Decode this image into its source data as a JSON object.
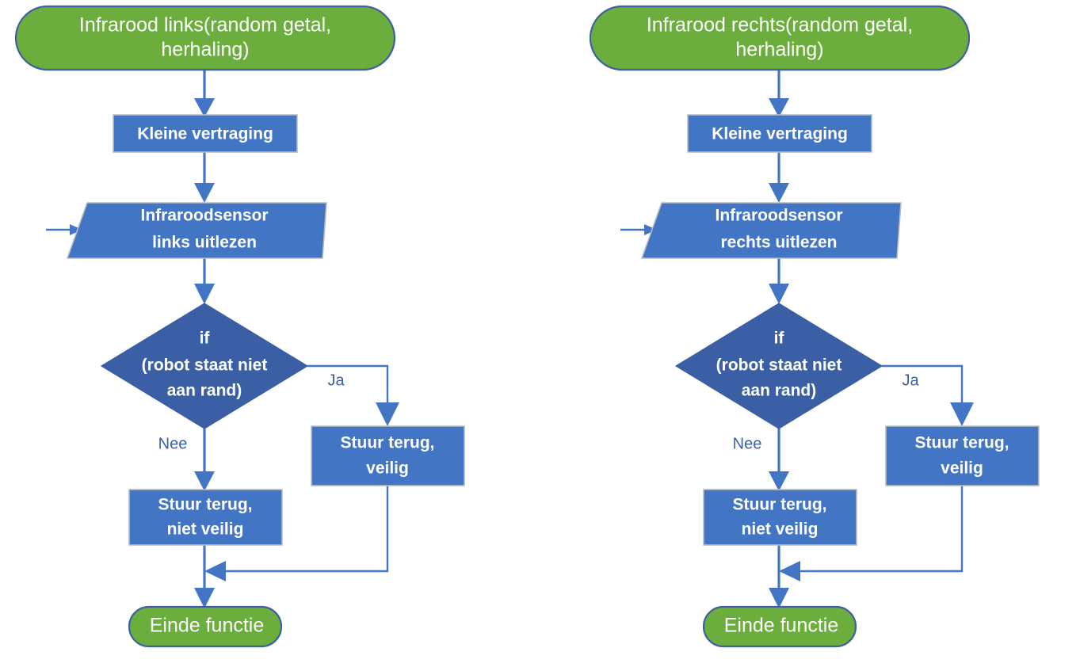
{
  "diagram": {
    "title_text": "Infrarood sensor flowchart",
    "language": "nl",
    "background_color": "#FFFFFF",
    "colors": {
      "terminator_fill": "#6CAE3E",
      "terminator_stroke": "#3F5FA0",
      "process_fill": "#4276C5",
      "process_stroke": "#B9BCBE",
      "decision_fill": "#3A5FA5",
      "connector": "#4276C5",
      "edge_label": "#3A5FA5",
      "node_text": "#FFFFFF"
    }
  },
  "left": {
    "start": {
      "line1": "Infrarood links(random getal,",
      "line2": "herhaling)"
    },
    "delay": {
      "line1": "Kleine vertraging"
    },
    "sensor": {
      "line1": "Infraroodsensor",
      "line2": "links uitlezen"
    },
    "decision": {
      "line1": "if",
      "line2": "(robot staat niet",
      "line3": "aan rand)"
    },
    "yes_label": "Ja",
    "no_label": "Nee",
    "safe": {
      "line1": "Stuur terug,",
      "line2": "veilig"
    },
    "unsafe": {
      "line1": "Stuur terug,",
      "line2": "niet veilig"
    },
    "end": {
      "line1": "Einde functie"
    }
  },
  "right": {
    "start": {
      "line1": "Infrarood rechts(random getal,",
      "line2": "herhaling)"
    },
    "delay": {
      "line1": "Kleine vertraging"
    },
    "sensor": {
      "line1": "Infraroodsensor",
      "line2": "rechts uitlezen"
    },
    "decision": {
      "line1": "if",
      "line2": "(robot staat niet",
      "line3": "aan rand)"
    },
    "yes_label": "Ja",
    "no_label": "Nee",
    "safe": {
      "line1": "Stuur terug,",
      "line2": "veilig"
    },
    "unsafe": {
      "line1": "Stuur terug,",
      "line2": "niet veilig"
    },
    "end": {
      "line1": "Einde functie"
    }
  }
}
